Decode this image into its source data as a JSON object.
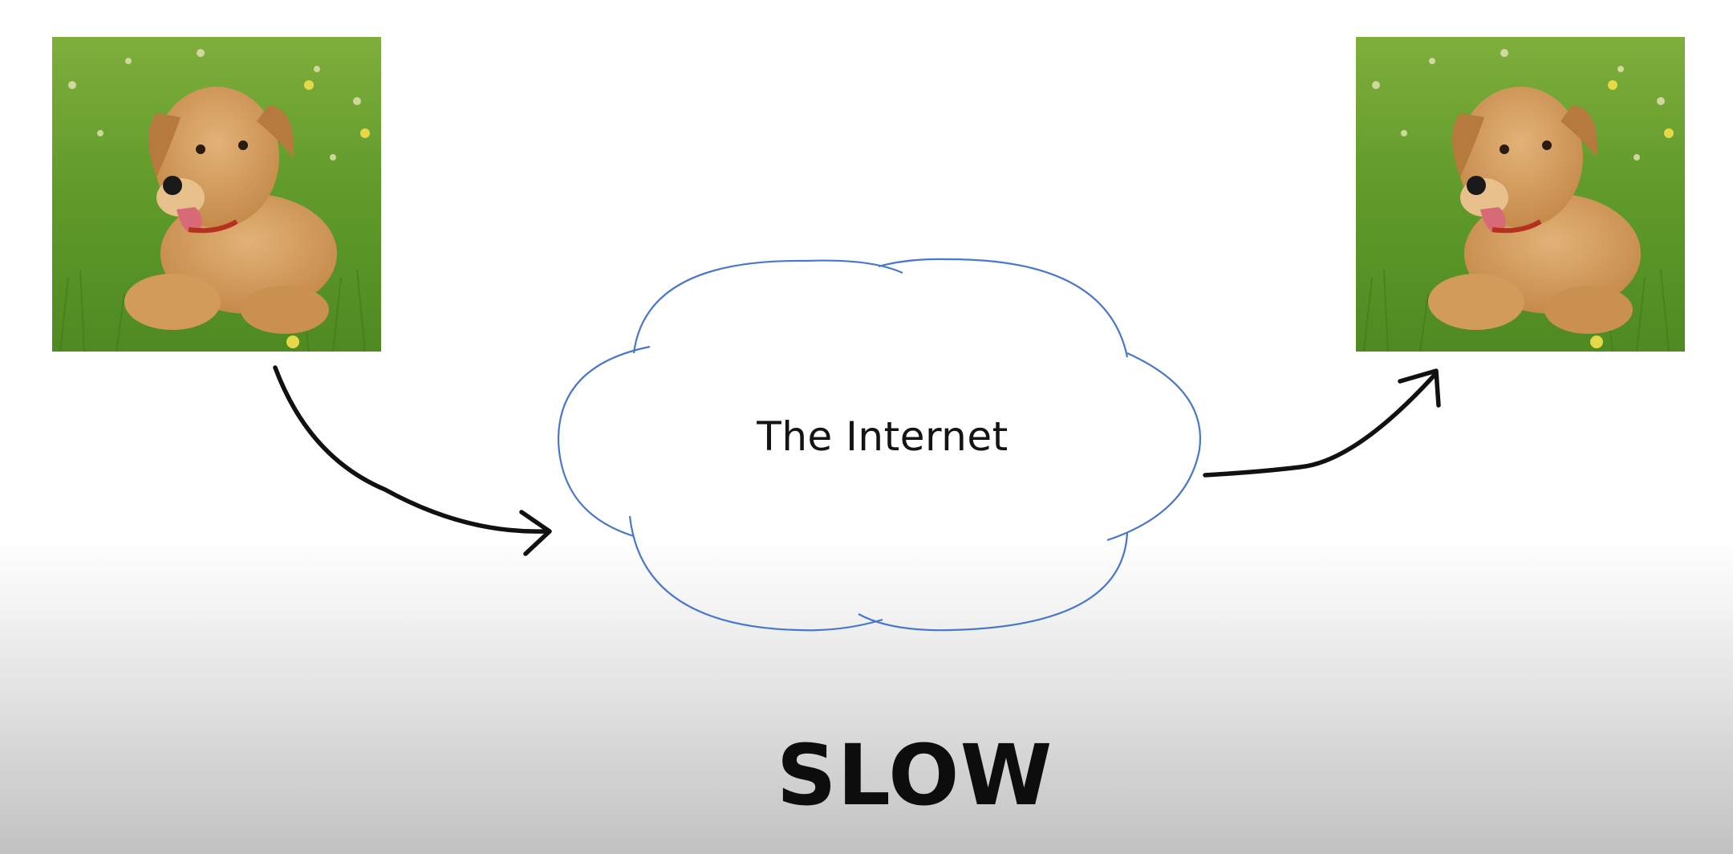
{
  "cloud": {
    "label": "The Internet",
    "stroke_color": "#4a78c8"
  },
  "verdict": {
    "text": "SLOW"
  },
  "images": {
    "source": {
      "subject": "dog-in-grass-photo"
    },
    "destination": {
      "subject": "dog-in-grass-photo"
    }
  },
  "arrows": {
    "color": "#111111"
  }
}
